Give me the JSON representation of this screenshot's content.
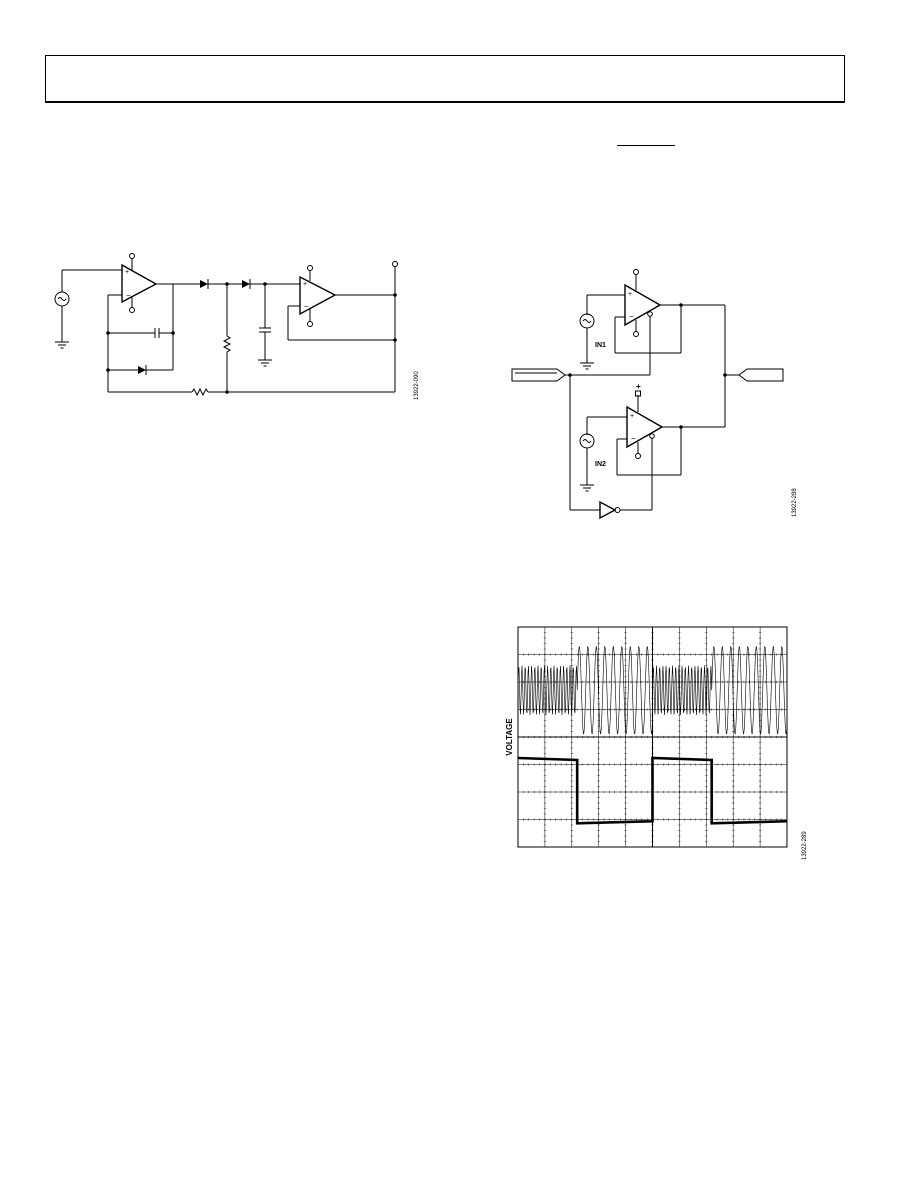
{
  "fig_left": {
    "figure_code": "13922-090"
  },
  "fig_right": {
    "figure_code": "13922-288",
    "labels": {
      "in1": "IN1",
      "in2": "IN2",
      "plus": "+"
    }
  },
  "scope": {
    "ylabel": "VOLTAGE",
    "figure_code": "13922-289"
  }
}
